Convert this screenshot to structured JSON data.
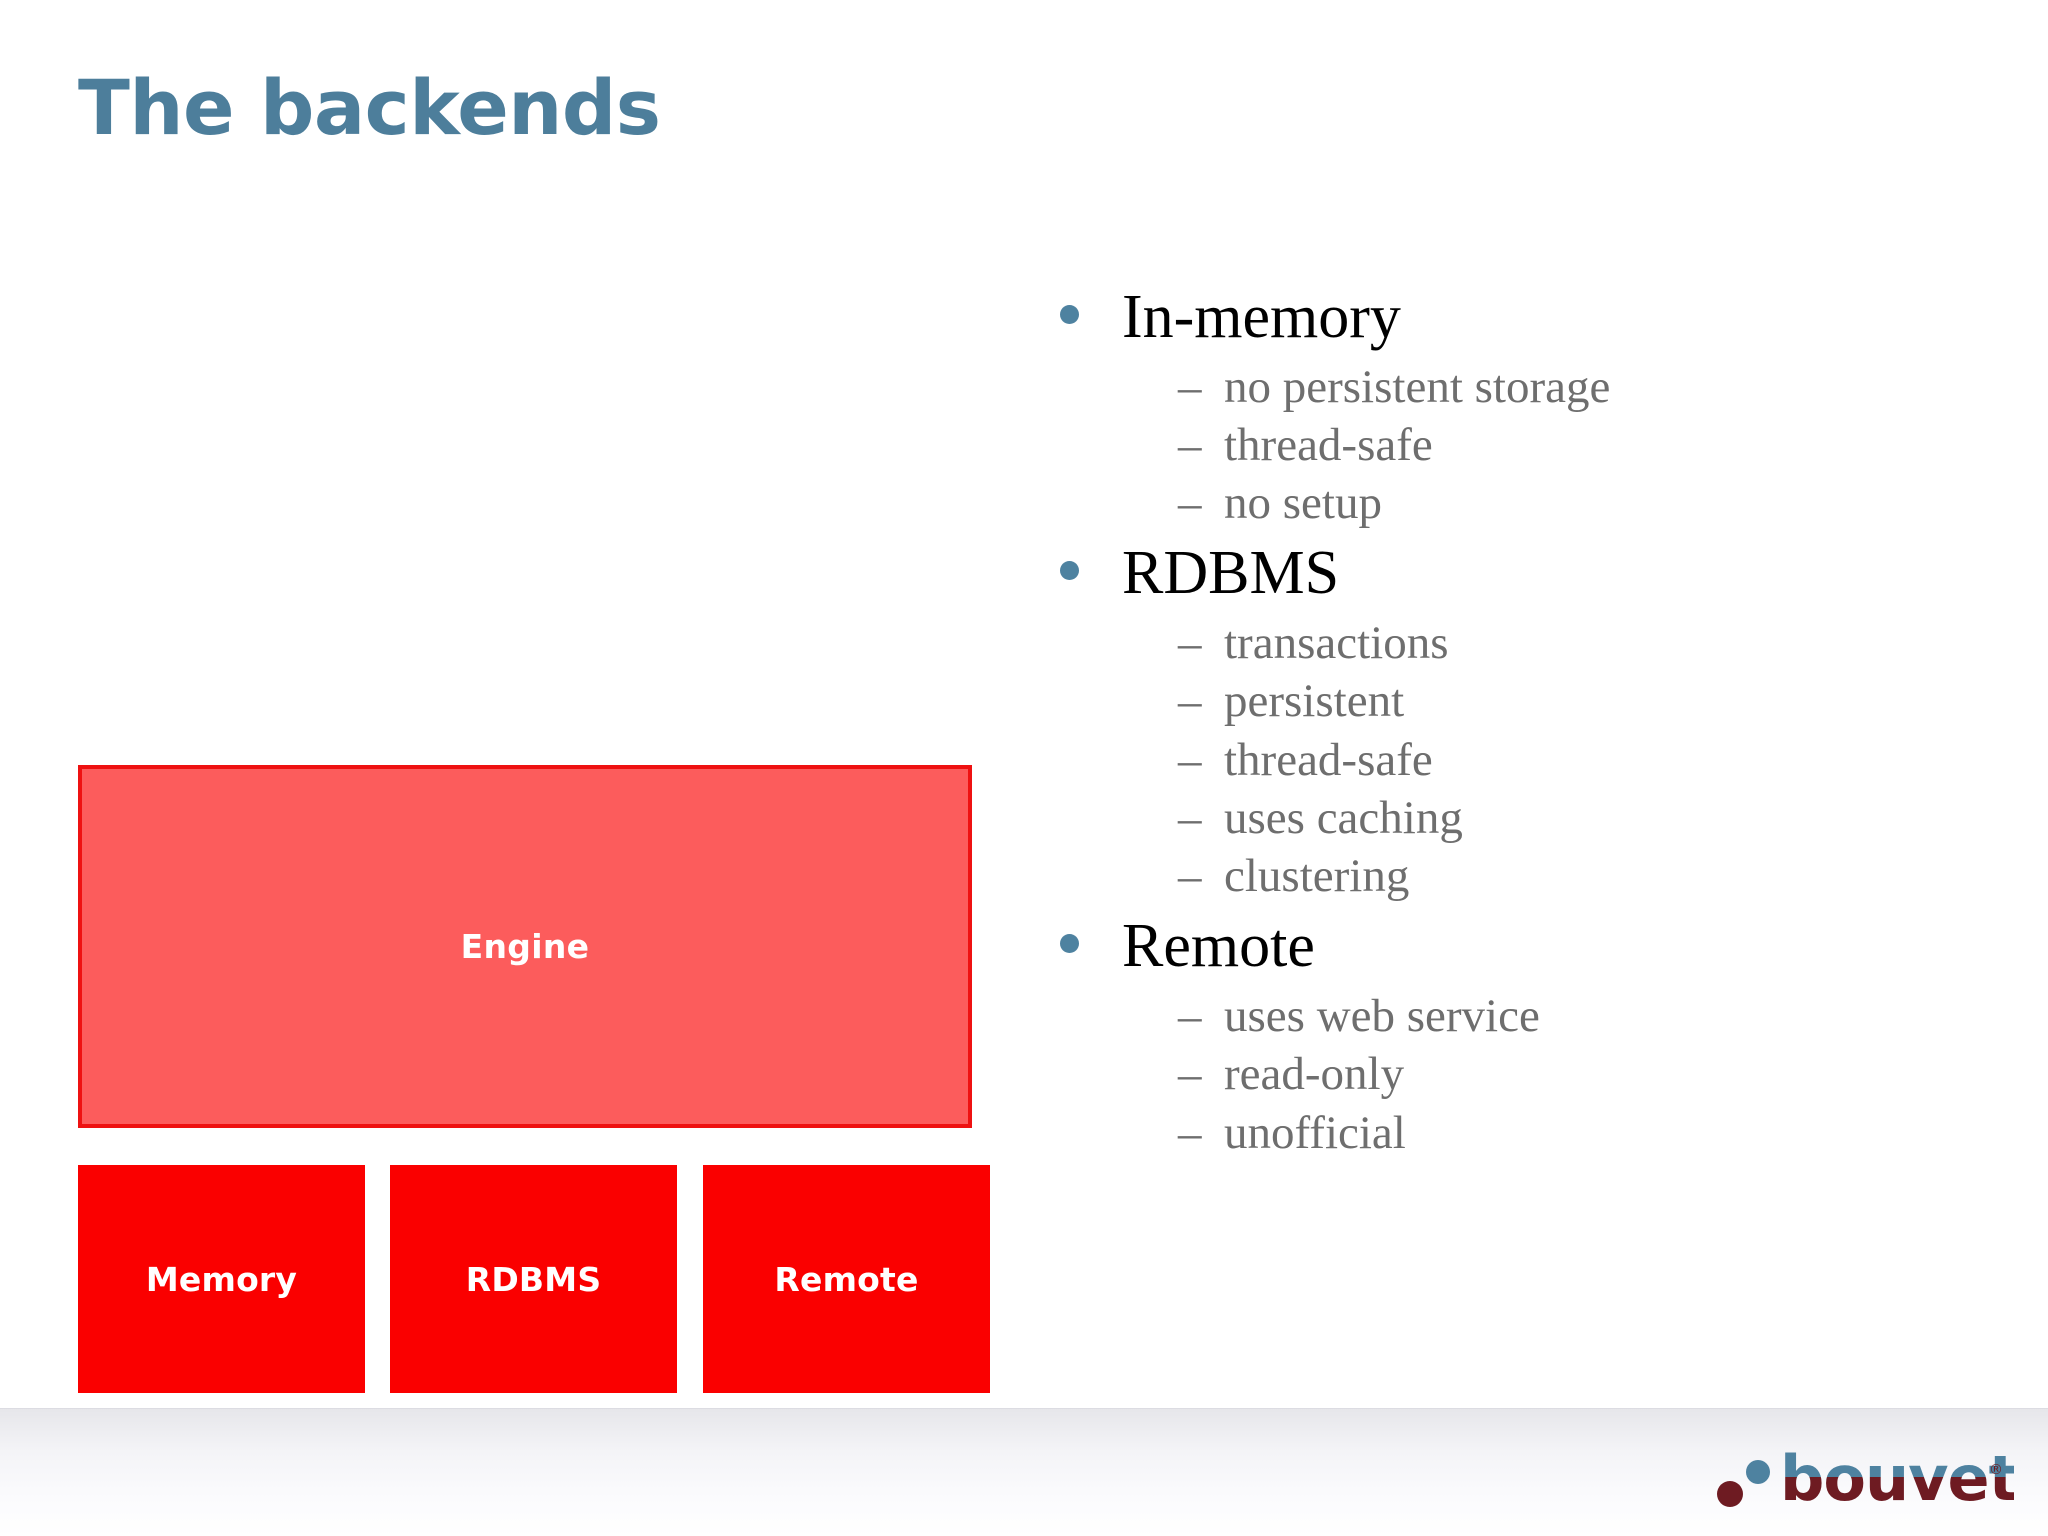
{
  "slide": {
    "title": "The backends",
    "title_color": "#4D7E9B",
    "background_color": "#ffffff"
  },
  "diagram": {
    "engine": {
      "label": "Engine",
      "fill_color": "#FC5C5C",
      "border_color": "#EE1111",
      "text_color": "#ffffff"
    },
    "backends": [
      {
        "label": "Memory",
        "fill_color": "#FA0000",
        "text_color": "#ffffff"
      },
      {
        "label": "RDBMS",
        "fill_color": "#FA0000",
        "text_color": "#ffffff"
      },
      {
        "label": "Remote",
        "fill_color": "#FA0000",
        "text_color": "#ffffff"
      }
    ]
  },
  "bullets": {
    "marker_dot_color": "#4E82A0",
    "level1_color": "#000000",
    "level2_color": "#6E6E6E",
    "dash": "–",
    "groups": [
      {
        "label": "In-memory",
        "items": [
          {
            "label": "no persistent storage"
          },
          {
            "label": "thread-safe"
          },
          {
            "label": "no setup"
          }
        ]
      },
      {
        "label": "RDBMS",
        "items": [
          {
            "label": "transactions"
          },
          {
            "label": "persistent"
          },
          {
            "label": "thread-safe"
          },
          {
            "label": "uses caching"
          },
          {
            "label": "clustering"
          }
        ]
      },
      {
        "label": "Remote",
        "items": [
          {
            "label": "uses web service"
          },
          {
            "label": "read-only"
          },
          {
            "label": "unofficial"
          }
        ]
      }
    ]
  },
  "footer": {
    "logo": {
      "wordmark": "bouvet",
      "registered_mark": "®",
      "top_color": "#4E82A0",
      "bottom_color": "#6E1B22",
      "dot_upper_color": "#4E82A0",
      "dot_lower_color": "#6E1B22"
    }
  }
}
